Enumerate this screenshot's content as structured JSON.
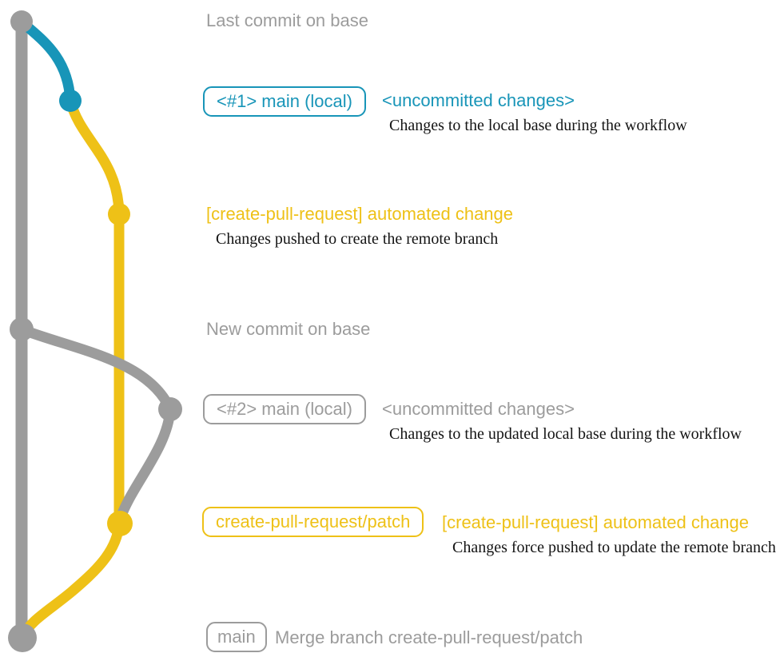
{
  "colors": {
    "base": "#9c9c9c",
    "local": "#1895b8",
    "remote": "#eec117",
    "ink": "#141414"
  },
  "graph": {
    "nodes": [
      {
        "id": "last-commit-on-base",
        "color": "base"
      },
      {
        "id": "local-commit-1",
        "color": "local"
      },
      {
        "id": "remote-commit-1",
        "color": "remote"
      },
      {
        "id": "new-commit-on-base",
        "color": "base"
      },
      {
        "id": "local-commit-2",
        "color": "base"
      },
      {
        "id": "remote-commit-2",
        "color": "remote"
      },
      {
        "id": "merge-commit",
        "color": "base"
      }
    ],
    "branches": [
      {
        "id": "base-branch-line",
        "color": "base"
      },
      {
        "id": "local-branch-1",
        "color": "local"
      },
      {
        "id": "remote-branch",
        "color": "remote"
      },
      {
        "id": "local-branch-2",
        "color": "base"
      },
      {
        "id": "merge-line",
        "color": "remote"
      }
    ]
  },
  "annotations": {
    "last_commit": "Last commit on base",
    "badge_main_local_1": "<#1> main (local)",
    "uncommitted_1": "<uncommitted changes>",
    "caption_local_base": "Changes to the local base during the workflow",
    "automated_change_1": "[create-pull-request] automated change",
    "caption_pushed": "Changes pushed to create the remote branch",
    "new_commit": "New commit on base",
    "badge_main_local_2": "<#2> main (local)",
    "uncommitted_2": "<uncommitted changes>",
    "caption_updated_base": "Changes to the updated local base during the workflow",
    "badge_patch_branch": "create-pull-request/patch",
    "automated_change_2": "[create-pull-request] automated change",
    "caption_force_pushed": "Changes force pushed to update the remote branch",
    "badge_main": "main",
    "merge_message": "Merge branch create-pull-request/patch"
  }
}
